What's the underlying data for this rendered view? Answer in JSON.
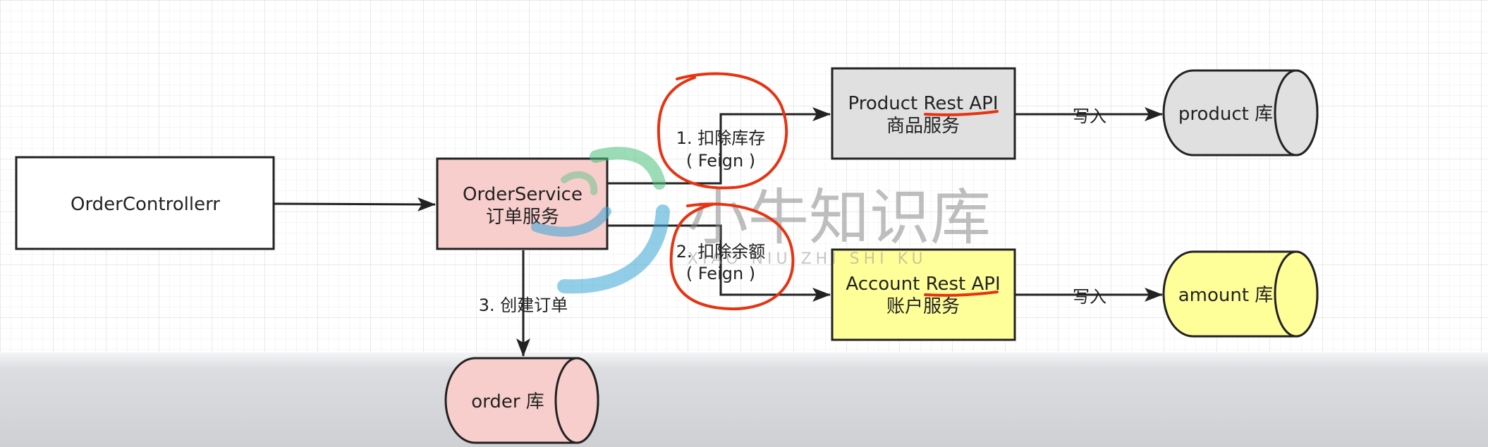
{
  "nodes": {
    "controller": {
      "label": "OrderControllerr"
    },
    "order_service": {
      "line1": "OrderService",
      "line2": "订单服务"
    },
    "product_api": {
      "line1": "Product Rest API",
      "line2": "商品服务"
    },
    "account_api": {
      "line1": "Account Rest API",
      "line2": "账户服务"
    },
    "product_db": {
      "label": "product 库"
    },
    "amount_db": {
      "label": "amount 库"
    },
    "order_db": {
      "label": "order 库"
    }
  },
  "edges": {
    "deduct_stock": {
      "line1": "1. 扣除库存",
      "line2": "( Feign )"
    },
    "deduct_balance": {
      "line1": "2. 扣除余额",
      "line2": "( Feign )"
    },
    "create_order": {
      "label": "3. 创建订单"
    },
    "write_product": {
      "label": "写入"
    },
    "write_amount": {
      "label": "写入"
    }
  },
  "watermark": {
    "title": "小牛知识库",
    "subtitle": "XIAO NIU ZHI SHI KU"
  },
  "colors": {
    "grid_line": "#e6e6e6",
    "bottom_band": "#d9dadd",
    "order_fill": "#f8cecc",
    "product_fill": "#e0e0e0",
    "account_fill": "#ffff99",
    "db_product_fill": "#e0e0e0",
    "db_amount_fill": "#ffff99",
    "db_order_fill": "#f8cecc",
    "annotation_red": "#e63312",
    "stroke": "#222222"
  }
}
